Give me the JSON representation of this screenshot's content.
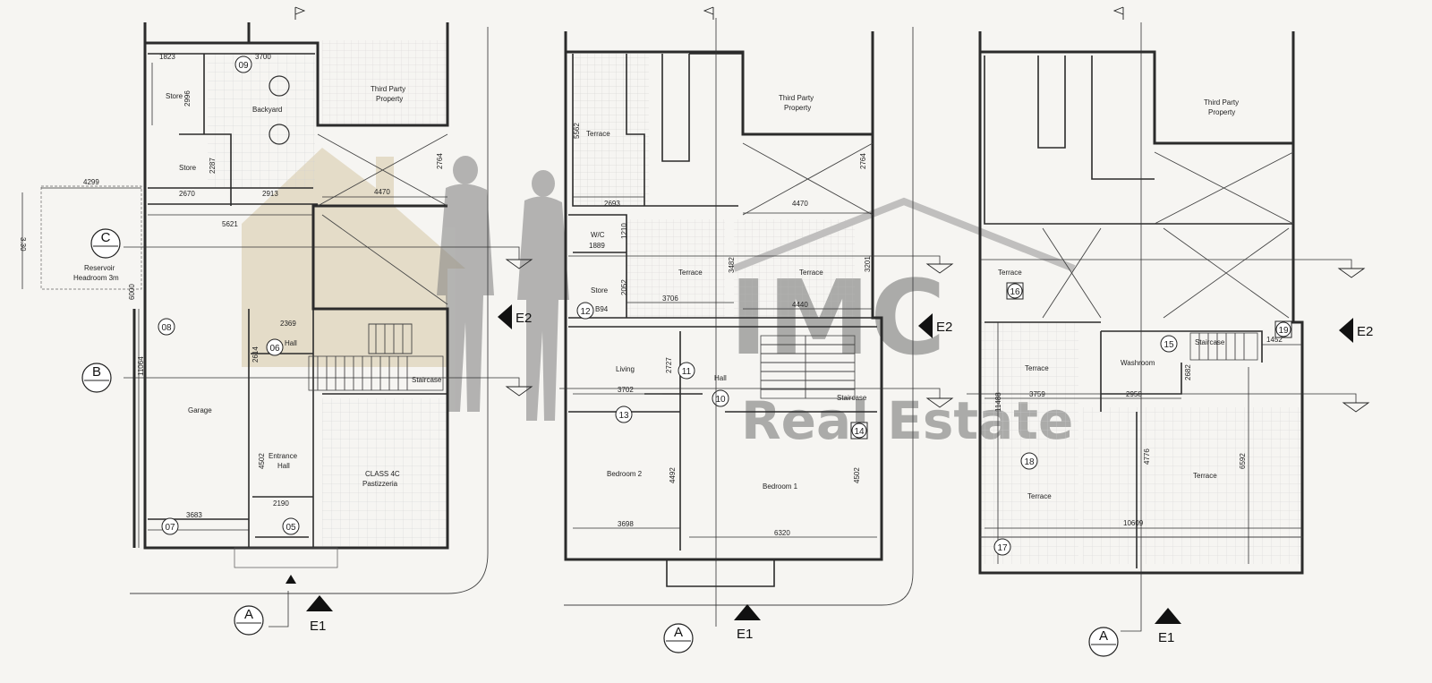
{
  "plans": {
    "ground": {
      "rooms": {
        "store1": "Store",
        "backyard": "Backyard",
        "store2": "Store",
        "reservoir": "Reservoir",
        "reservoir_sub": "Headroom 3m",
        "third_party": "Third Party",
        "third_party_sub": "Property",
        "hall": "Hall",
        "staircase": "Staircase",
        "garage": "Garage",
        "entrance": "Entrance",
        "entrance_sub": "Hall",
        "shop": "CLASS 4C",
        "shop_sub": "Pastizzeria"
      },
      "dims": [
        "1823",
        "3700",
        "2996",
        "2287",
        "2670",
        "2913",
        "4299",
        "4470",
        "2764",
        "5621",
        "3.30",
        "6000",
        "2369",
        "2614",
        "11064",
        "4502",
        "2190",
        "3683"
      ],
      "tags": [
        "09",
        "08",
        "06",
        "07",
        "05"
      ]
    },
    "first": {
      "rooms": {
        "third_party": "Third Party",
        "third_party_sub": "Property",
        "terrace1": "Terrace",
        "wc": "W/C",
        "store": "Store",
        "terrace2": "Terrace",
        "terrace3": "Terrace",
        "living": "Living",
        "hall": "Hall",
        "staircase": "Staircase",
        "bedroom2": "Bedroom 2",
        "bedroom1": "Bedroom 1"
      },
      "dims": [
        "5562",
        "2693",
        "4470",
        "2764",
        "1889",
        "1210",
        "2052",
        "B94",
        "3706",
        "3482",
        "4440",
        "3201",
        "3702",
        "2727",
        "4492",
        "4502",
        "3698",
        "6320"
      ],
      "tags": [
        "12",
        "11",
        "10",
        "13",
        "14"
      ]
    },
    "roof": {
      "rooms": {
        "third_party": "Third Party",
        "third_party_sub": "Property",
        "terrace1": "Terrace",
        "terrace2": "Terrace",
        "washroom": "Washroom",
        "staircase": "Staircase",
        "terrace3": "Terrace",
        "terrace4": "Terrace"
      },
      "dims": [
        "1452",
        "2682",
        "3759",
        "2958",
        "11488",
        "4776",
        "6592",
        "10609"
      ],
      "tags": [
        "16",
        "15",
        "19",
        "18",
        "17"
      ]
    }
  },
  "sections": {
    "A": "A",
    "B": "B",
    "C": "C",
    "E1": "E1",
    "E2": "E2"
  },
  "watermark": {
    "brand": "IMC",
    "tagline": "Real Estate"
  },
  "colors": {
    "paper": "#f6f5f2",
    "ink": "#2b2b2b",
    "watermark_figure": "#c8b89a",
    "watermark_text": "#6f6f6f"
  }
}
